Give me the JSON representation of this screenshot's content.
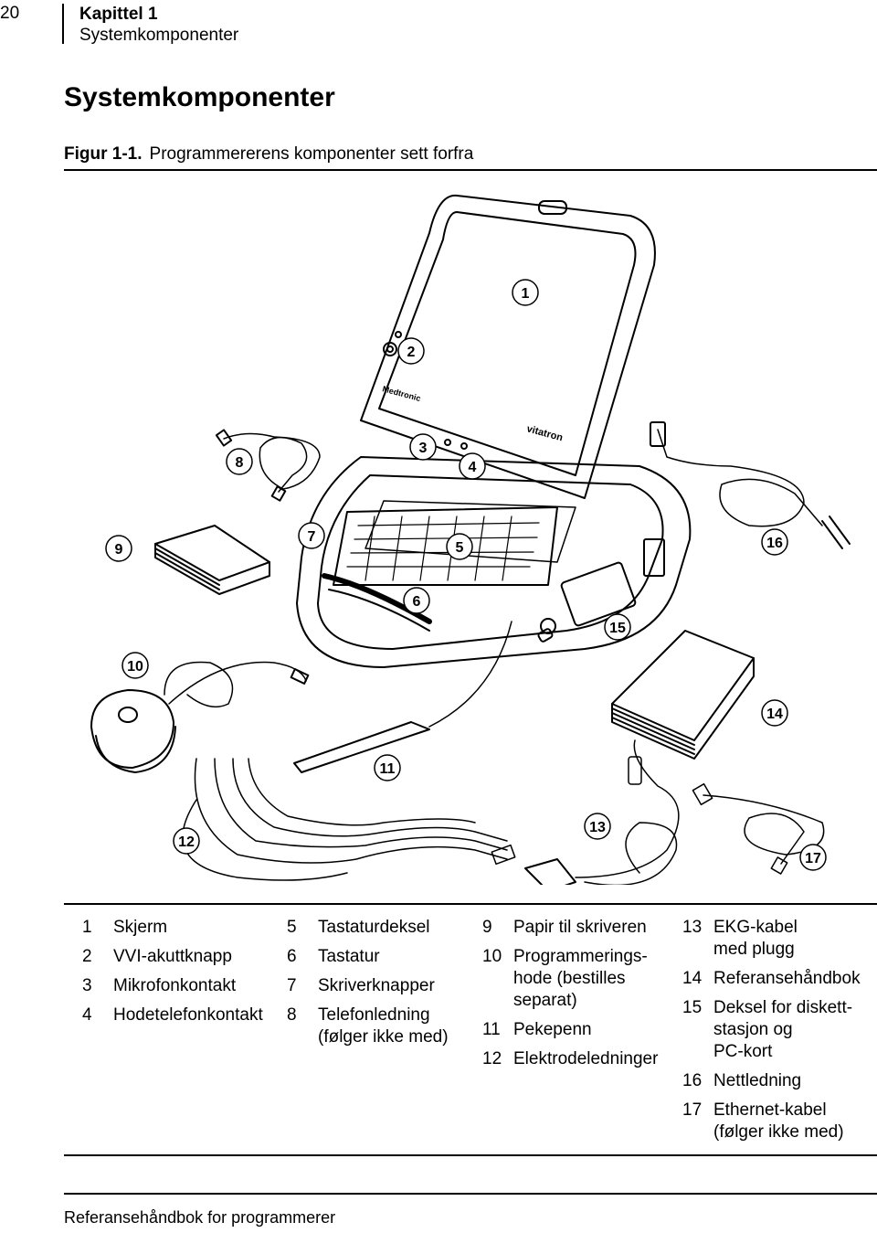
{
  "header": {
    "page_number": "20",
    "chapter_label": "Kapittel 1",
    "chapter_title": "Systemkomponenter"
  },
  "section_title": "Systemkomponenter",
  "figure": {
    "label": "Figur 1-1.",
    "caption": "Programmererens komponenter sett forfra",
    "brand_text": [
      "Medtronic",
      "vitatron"
    ],
    "callouts": [
      "1",
      "2",
      "3",
      "4",
      "5",
      "6",
      "7",
      "8",
      "9",
      "10",
      "11",
      "12",
      "13",
      "14",
      "15",
      "16",
      "17"
    ]
  },
  "legend": {
    "col1": [
      {
        "n": "1",
        "t": "Skjerm"
      },
      {
        "n": "2",
        "t": "VVI-akuttknapp"
      },
      {
        "n": "3",
        "t": "Mikrofonkontakt"
      },
      {
        "n": "4",
        "t": "Hodetelefonkontakt"
      }
    ],
    "col2": [
      {
        "n": "5",
        "t": "Tastaturdeksel"
      },
      {
        "n": "6",
        "t": "Tastatur"
      },
      {
        "n": "7",
        "t": "Skriverknapper"
      },
      {
        "n": "8",
        "t": "Telefonledning\n(følger ikke med)"
      }
    ],
    "col3": [
      {
        "n": "9",
        "t": "Papir til skriveren"
      },
      {
        "n": "10",
        "t": "Programmerings-\nhode (bestilles\nseparat)"
      },
      {
        "n": "11",
        "t": "Pekepenn"
      },
      {
        "n": "12",
        "t": "Elektrodeledninger"
      }
    ],
    "col4": [
      {
        "n": "13",
        "t": "EKG-kabel\nmed plugg"
      },
      {
        "n": "14",
        "t": "Referansehåndbok"
      },
      {
        "n": "15",
        "t": "Deksel for diskett-\nstasjon og\nPC-kort"
      },
      {
        "n": "16",
        "t": "Nettledning"
      },
      {
        "n": "17",
        "t": "Ethernet-kabel\n(følger ikke med)"
      }
    ]
  },
  "footer": "Referansehåndbok for programmerer"
}
